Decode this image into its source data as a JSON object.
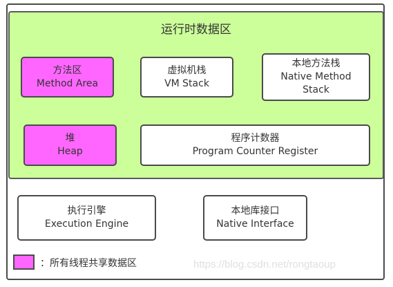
{
  "diagram": {
    "title": "运行时数据区",
    "colors": {
      "shared": "#ff66ff",
      "runtime_area": "#ccff99",
      "border": "#4a4a4a"
    },
    "nodes": {
      "method_area": {
        "zh": "方法区",
        "en": "Method Area",
        "shared": true
      },
      "vm_stack": {
        "zh": "虚拟机栈",
        "en": "VM Stack",
        "shared": false
      },
      "native_method_stack": {
        "zh": "本地方法栈",
        "en1": "Native Method",
        "en2": "Stack",
        "shared": false
      },
      "heap": {
        "zh": "堆",
        "en": "Heap",
        "shared": true
      },
      "program_counter": {
        "zh": "程序计数器",
        "en": "Program Counter Register",
        "shared": false
      },
      "execution_engine": {
        "zh": "执行引擎",
        "en": "Execution Engine",
        "shared": false
      },
      "native_interface": {
        "zh": "本地库接口",
        "en": "Native Interface",
        "shared": false
      }
    },
    "legend": {
      "text": "：所有线程共享数据区"
    },
    "watermark": "https://blog.csdn.net/rongtaoup"
  }
}
